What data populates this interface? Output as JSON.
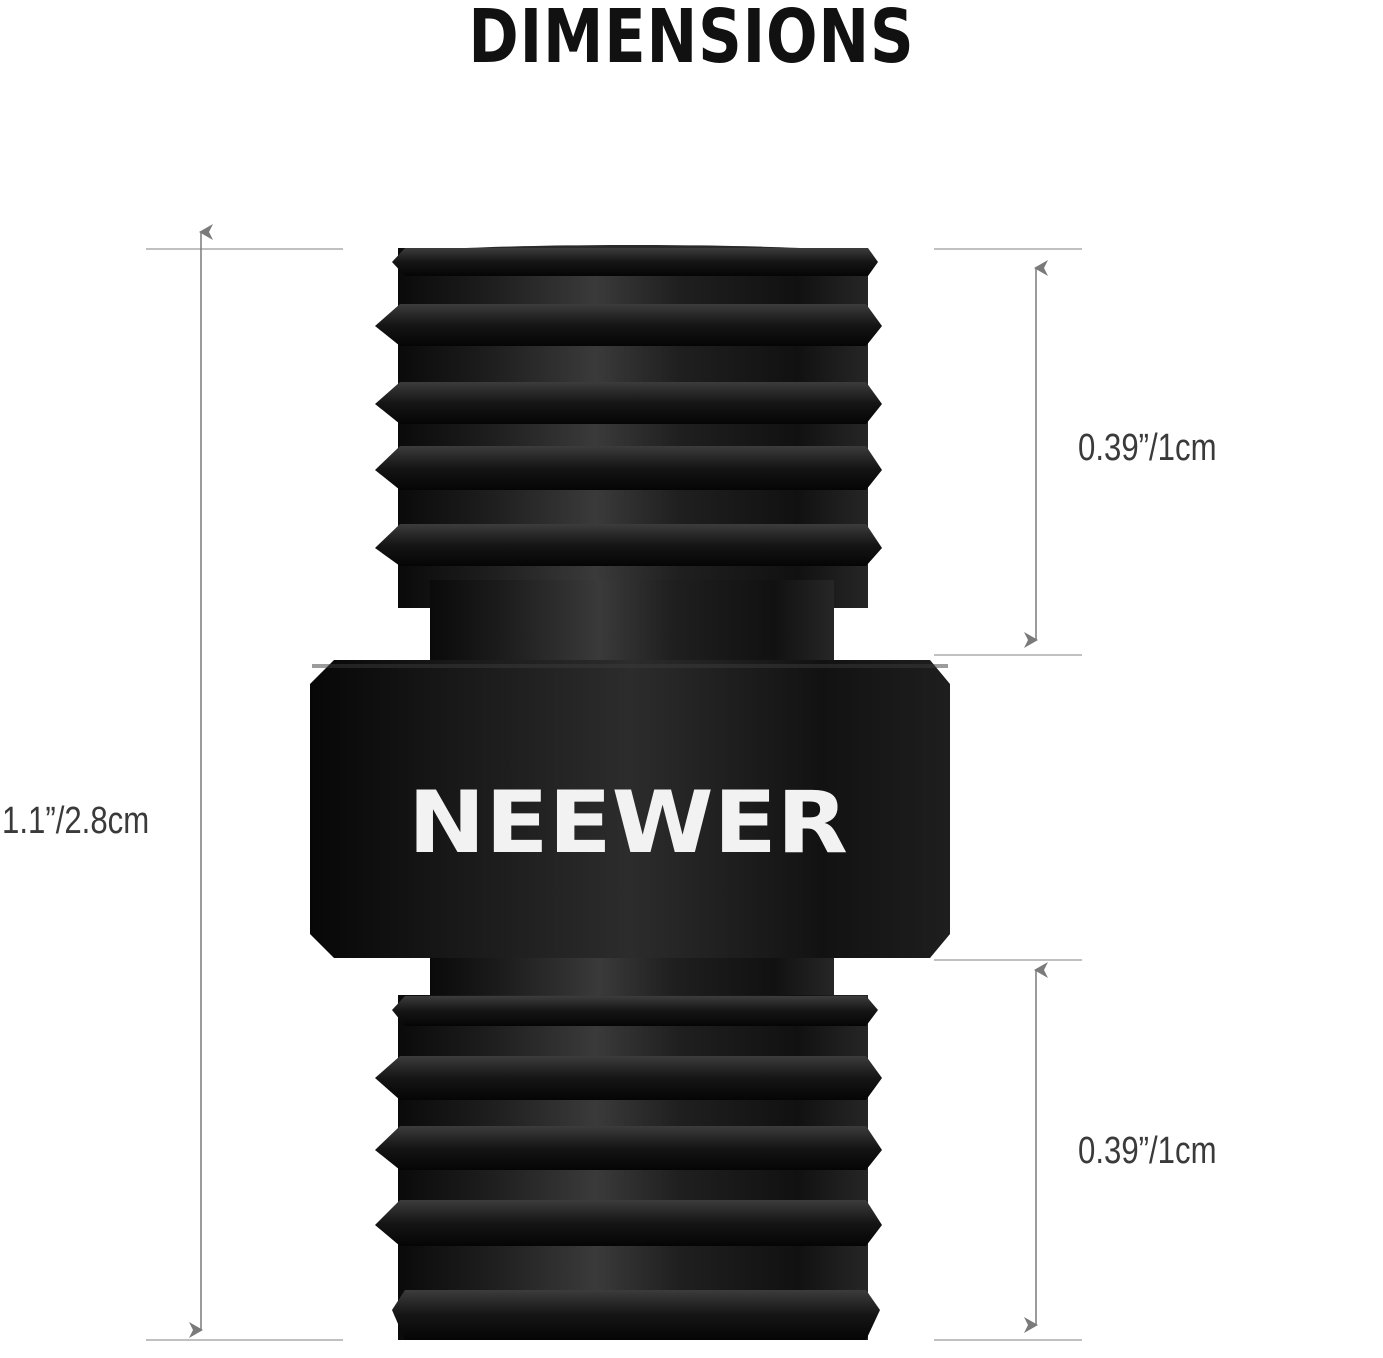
{
  "title": "DIMENSIONS",
  "brand": "NEEWER",
  "dimensions": {
    "total_height": "1.1”/2.8cm",
    "top_thread": "0.39”/1cm",
    "bottom_thread": "0.39”/1cm"
  },
  "colors": {
    "background": "#ffffff",
    "title": "#111111",
    "dimension_lines": "#8a8a8a",
    "product_body": "#141414",
    "brand_text": "#f2f2f2"
  }
}
